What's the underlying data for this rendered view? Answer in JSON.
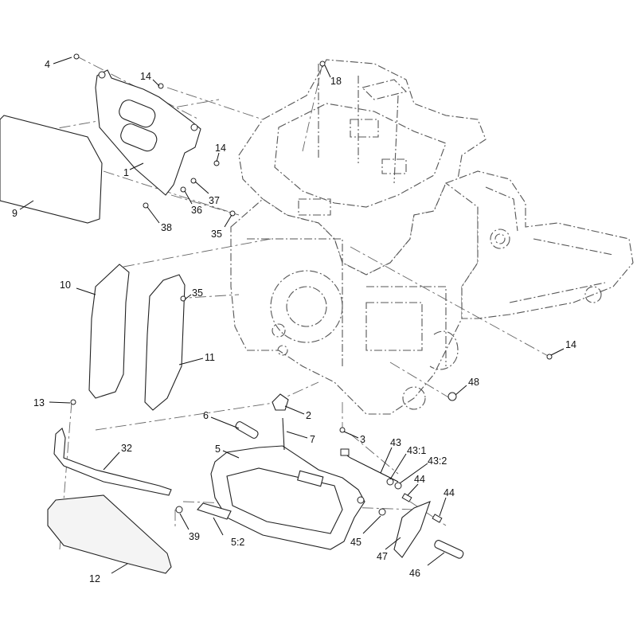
{
  "callouts": [
    {
      "id": "c4",
      "label": "4"
    },
    {
      "id": "c14a",
      "label": "14"
    },
    {
      "id": "c18",
      "label": "18"
    },
    {
      "id": "c1",
      "label": "1"
    },
    {
      "id": "c14b",
      "label": "14"
    },
    {
      "id": "c9",
      "label": "9"
    },
    {
      "id": "c37",
      "label": "37"
    },
    {
      "id": "c36",
      "label": "36"
    },
    {
      "id": "c38",
      "label": "38"
    },
    {
      "id": "c35a",
      "label": "35"
    },
    {
      "id": "c10",
      "label": "10"
    },
    {
      "id": "c35b",
      "label": "35"
    },
    {
      "id": "c11",
      "label": "11"
    },
    {
      "id": "c14c",
      "label": "14"
    },
    {
      "id": "c48",
      "label": "48"
    },
    {
      "id": "c13",
      "label": "13"
    },
    {
      "id": "c2",
      "label": "2"
    },
    {
      "id": "c6",
      "label": "6"
    },
    {
      "id": "c7",
      "label": "7"
    },
    {
      "id": "c3",
      "label": "3"
    },
    {
      "id": "c5",
      "label": "5"
    },
    {
      "id": "c32",
      "label": "32"
    },
    {
      "id": "c43",
      "label": "43"
    },
    {
      "id": "c431",
      "label": "43:1"
    },
    {
      "id": "c432",
      "label": "43:2"
    },
    {
      "id": "c44a",
      "label": "44"
    },
    {
      "id": "c44b",
      "label": "44"
    },
    {
      "id": "c39",
      "label": "39"
    },
    {
      "id": "c52",
      "label": "5:2"
    },
    {
      "id": "c45",
      "label": "45"
    },
    {
      "id": "c47",
      "label": "47"
    },
    {
      "id": "c12",
      "label": "12"
    },
    {
      "id": "c46",
      "label": "46"
    }
  ]
}
